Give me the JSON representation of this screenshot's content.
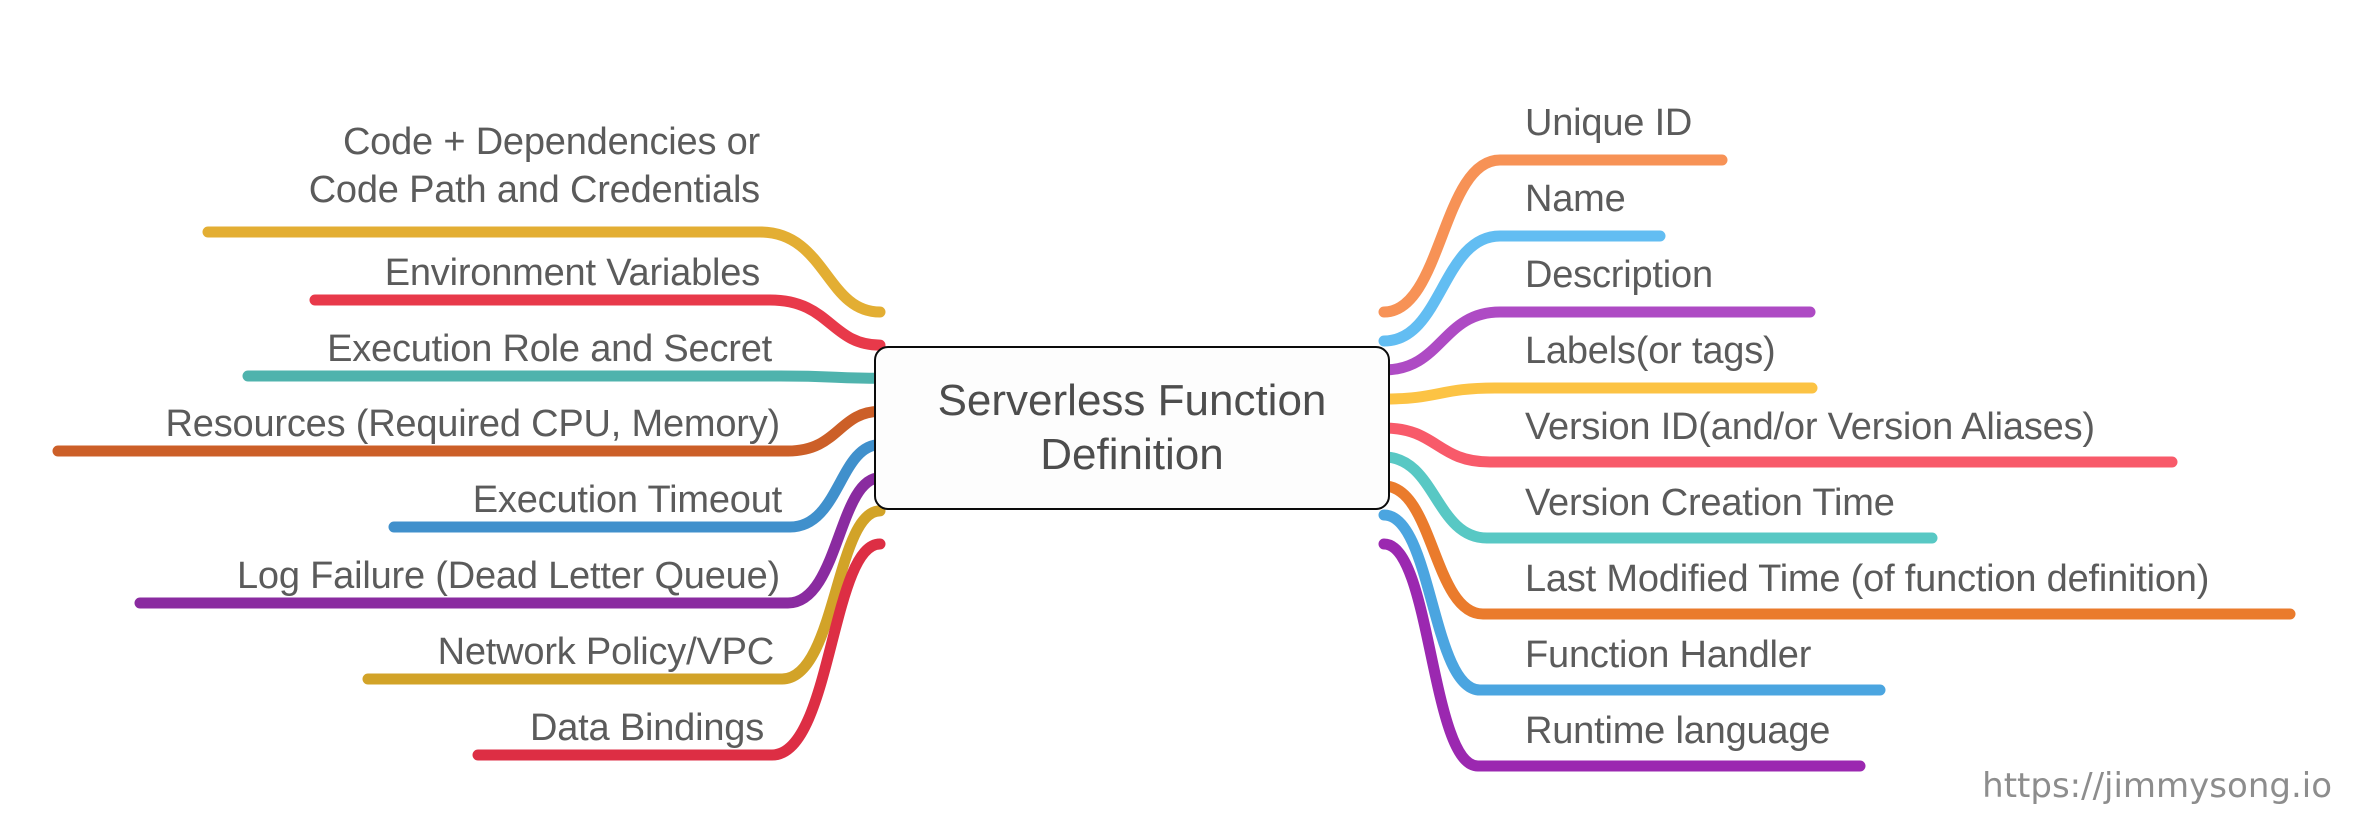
{
  "diagram": {
    "type": "mindmap",
    "title": "Serverless Function Definition",
    "center": {
      "label": "Serverless Function\nDefinition",
      "fill": "#fdfdfd",
      "border": "#0b0b0b"
    },
    "watermark": "https://jimmysong.io",
    "text_color": "#5b5b5b",
    "background": "#ffffff",
    "left_branches": [
      {
        "label": "Code + Dependencies or\nCode Path and Credentials",
        "color": "#E3AE33",
        "lines": 2
      },
      {
        "label": "Environment Variables",
        "color": "#E8394A",
        "lines": 1
      },
      {
        "label": "Execution Role and Secret",
        "color": "#4FB3AD",
        "lines": 1
      },
      {
        "label": "Resources (Required CPU, Memory)",
        "color": "#CC5F28",
        "lines": 1
      },
      {
        "label": "Execution Timeout",
        "color": "#4090CC",
        "lines": 1
      },
      {
        "label": "Log Failure (Dead Letter Queue)",
        "color": "#8A2BA0",
        "lines": 1
      },
      {
        "label": "Network Policy/VPC",
        "color": "#D2A328",
        "lines": 1
      },
      {
        "label": "Data Bindings",
        "color": "#DD2E44",
        "lines": 1
      }
    ],
    "right_branches": [
      {
        "label": "Unique ID",
        "color": "#F79256"
      },
      {
        "label": "Name",
        "color": "#62BDF2"
      },
      {
        "label": "Description",
        "color": "#AE4BC4"
      },
      {
        "label": "Labels(or tags)",
        "color": "#FCC344"
      },
      {
        "label": "Version ID(and/or Version Aliases)",
        "color": "#F85A6A"
      },
      {
        "label": "Version Creation Time",
        "color": "#58C8C4"
      },
      {
        "label": "Last Modified Time (of function definition)",
        "color": "#EA7B2C"
      },
      {
        "label": "Function Handler",
        "color": "#4BA5E0"
      },
      {
        "label": "Runtime language",
        "color": "#9B28B0"
      }
    ]
  }
}
